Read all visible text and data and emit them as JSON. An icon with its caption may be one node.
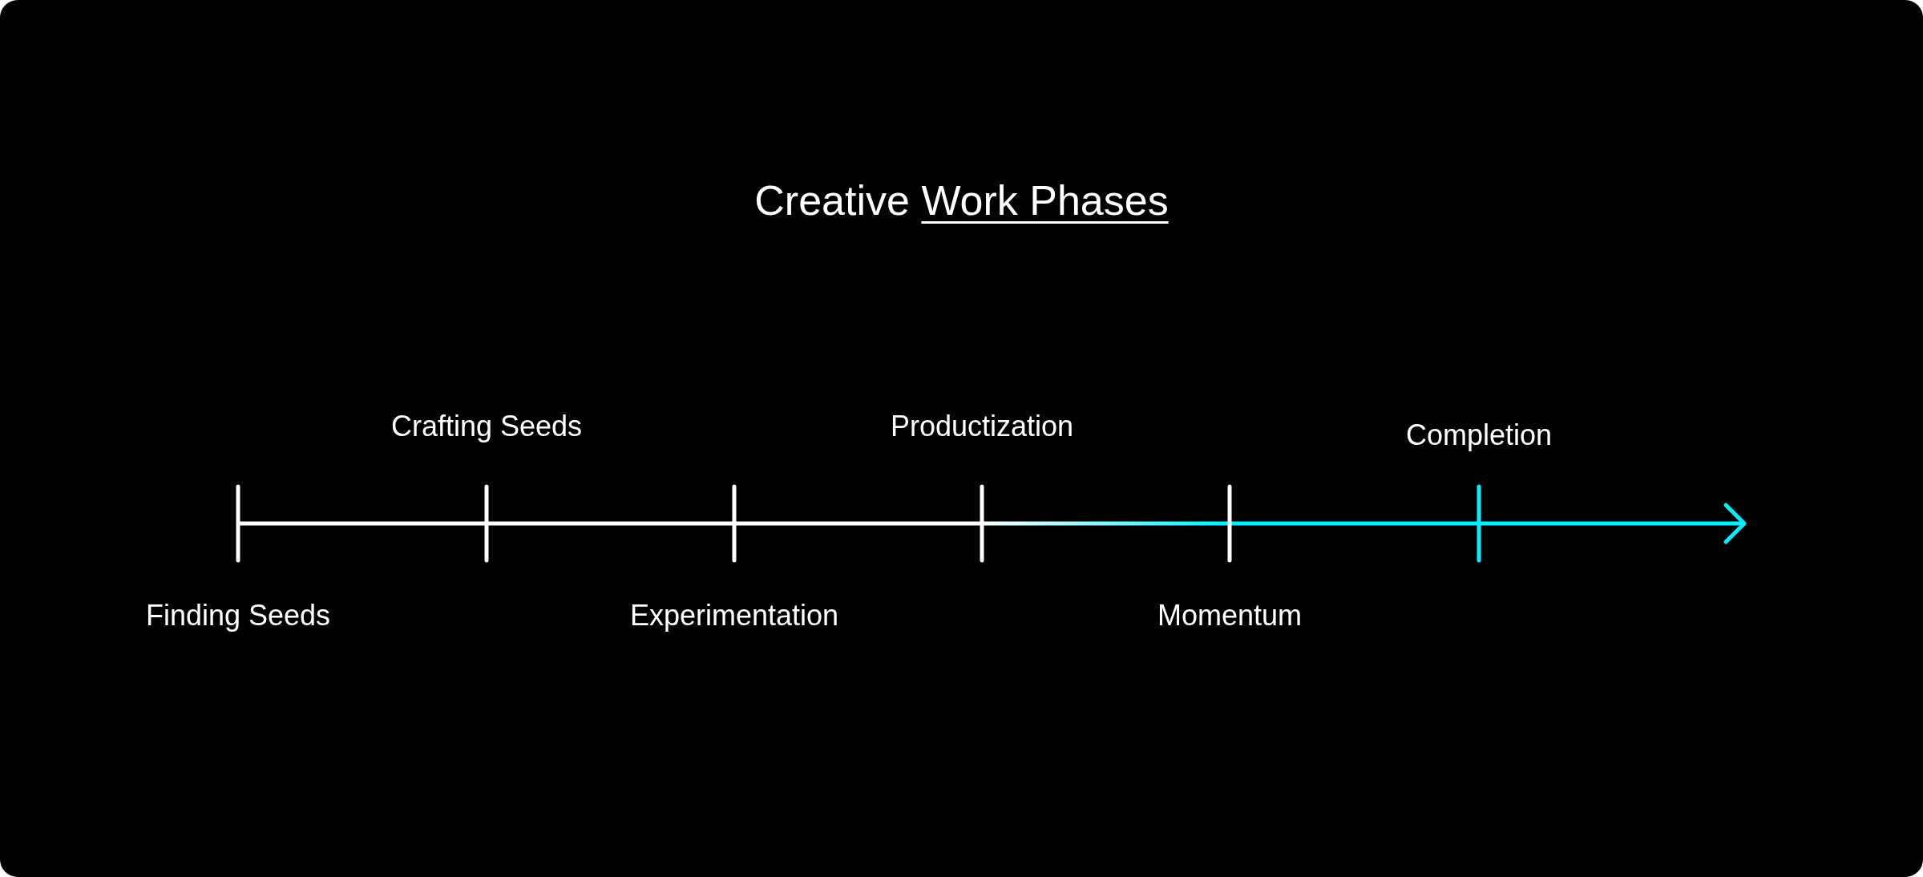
{
  "diagram": {
    "title": "Creative *Work Phases*",
    "labels": [
      "Finding Seeds",
      "Crafting Seeds",
      "Experimentation",
      "Productization",
      "Momentum",
      "Completion"
    ]
  }
}
